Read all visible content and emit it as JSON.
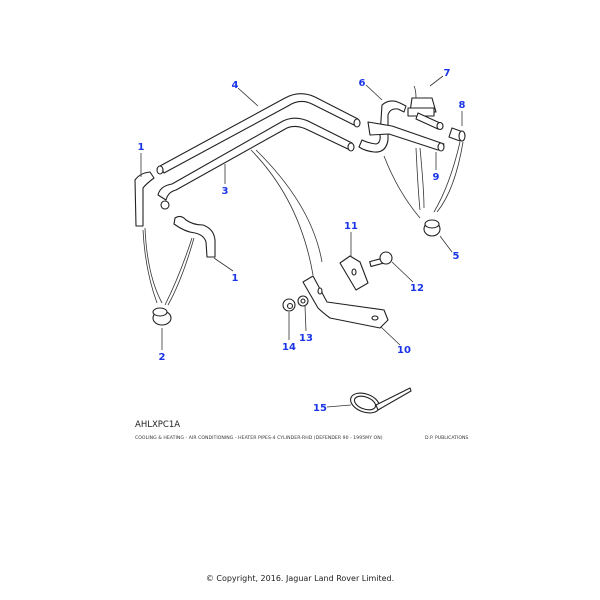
{
  "diagram": {
    "callouts": [
      {
        "id": "1",
        "label": "1"
      },
      {
        "id": "1b",
        "label": "1"
      },
      {
        "id": "2",
        "label": "2"
      },
      {
        "id": "3",
        "label": "3"
      },
      {
        "id": "4",
        "label": "4"
      },
      {
        "id": "5",
        "label": "5"
      },
      {
        "id": "6",
        "label": "6"
      },
      {
        "id": "7",
        "label": "7"
      },
      {
        "id": "8",
        "label": "8"
      },
      {
        "id": "9",
        "label": "9"
      },
      {
        "id": "10",
        "label": "10"
      },
      {
        "id": "11",
        "label": "11"
      },
      {
        "id": "12",
        "label": "12"
      },
      {
        "id": "13",
        "label": "13"
      },
      {
        "id": "14",
        "label": "14"
      },
      {
        "id": "15",
        "label": "15"
      }
    ],
    "accent_color": "#1a35e8"
  },
  "reference_code": "AHLXPC1A",
  "caption": "COOLING & HEATING - AIR CONDITIONING - HEATER PIPES-4 CYLINDER-RHD (DEFENDER 90 - 1995MY ON)",
  "publisher": "D.P. PUBLICATIONS",
  "copyright": "© Copyright, 2016. Jaguar Land Rover Limited."
}
